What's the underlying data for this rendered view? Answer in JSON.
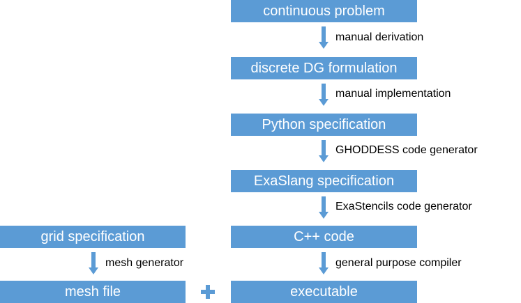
{
  "colors": {
    "box_fill": "#5b9bd5",
    "box_text": "#ffffff",
    "arrow": "#5b9bd5",
    "label_text": "#000000"
  },
  "pipeline": {
    "boxes": [
      "continuous problem",
      "discrete DG formulation",
      "Python specification",
      "ExaSlang specification",
      "C++ code",
      "executable"
    ],
    "steps": [
      "manual derivation",
      "manual implementation",
      "GHODDESS code generator",
      "ExaStencils code generator",
      "general purpose compiler"
    ]
  },
  "mesh": {
    "boxes": [
      "grid specification",
      "mesh file"
    ],
    "steps": [
      "mesh generator"
    ]
  },
  "icons": {
    "arrow": "down-arrow-icon",
    "plus": "plus-icon"
  }
}
